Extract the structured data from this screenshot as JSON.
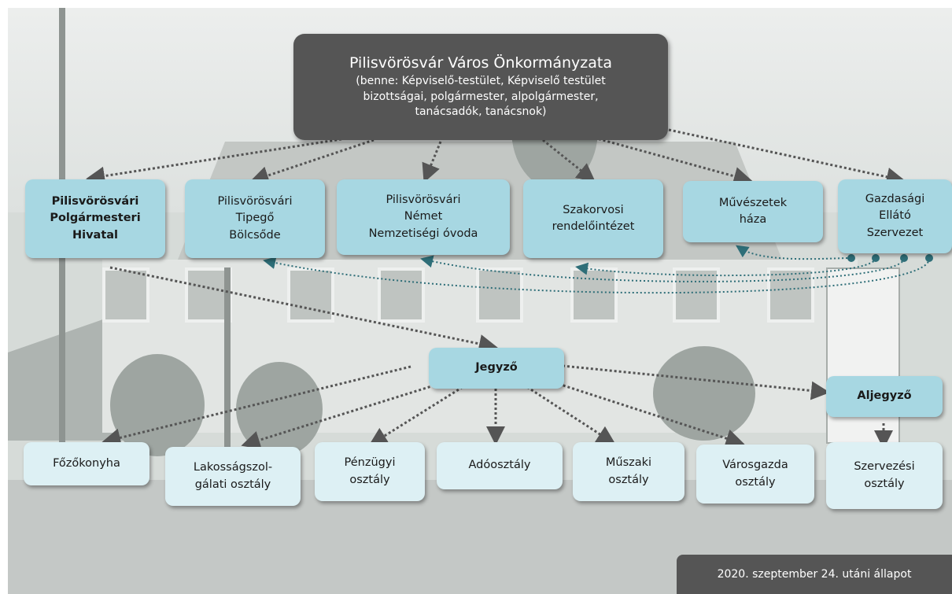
{
  "main": {
    "title": "Pilisvörösvár Város Önkormányzata",
    "subtitle": "(benne: Képviselő-testület, Képviselő testület\nbizottságai, polgármester, alpolgármester,\ntanácsadók, tanácsnok)"
  },
  "institutions": [
    {
      "id": "hivatal",
      "label": "Pilisvörösvári\nPolgármesteri\nHivatal"
    },
    {
      "id": "bolcsode",
      "label": "Pilisvörösvári\nTipegő\nBölcsőde"
    },
    {
      "id": "ovoda",
      "label": "Pilisvörösvári\nNémet\nNemzetiségi óvoda"
    },
    {
      "id": "szakorvosi",
      "label": "Szakorvosi\nrendelőintézet"
    },
    {
      "id": "muveszetek",
      "label": "Művészetek\nháza"
    },
    {
      "id": "gazdasagi",
      "label": "Gazdasági\nEllátó\nSzervezet"
    }
  ],
  "jegyzo": "Jegyző",
  "aljegyzo": "Aljegyző",
  "departments": [
    {
      "id": "fozokonyha",
      "label": "Főzőkonyha"
    },
    {
      "id": "lakossag",
      "label": "Lakosságszol-\ngálati osztály"
    },
    {
      "id": "penzugyi",
      "label": "Pénzügyi\nosztály"
    },
    {
      "id": "ado",
      "label": "Adóosztály"
    },
    {
      "id": "muszaki",
      "label": "Műszaki\nosztály"
    },
    {
      "id": "varosgazda",
      "label": "Városgazda\nosztály"
    },
    {
      "id": "szervezesi",
      "label": "Szervezési\nosztály"
    }
  ],
  "status": "2020. szeptember 24. utáni állapot",
  "colors": {
    "main_box": "#555555",
    "node_box": "#a7d7e2",
    "dept_box": "#ddf0f4",
    "arrow": "#555555",
    "service_arrow": "#2e6e78"
  }
}
